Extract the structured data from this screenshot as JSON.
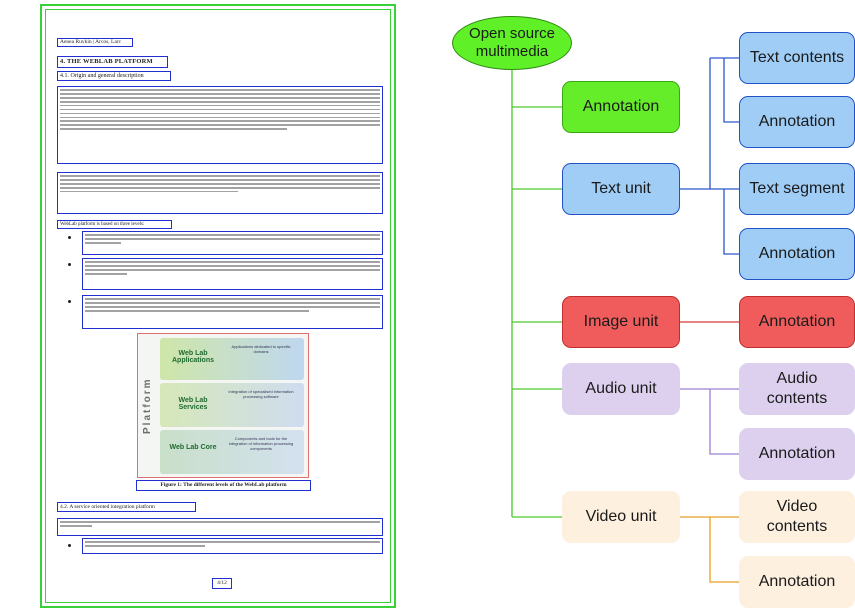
{
  "document": {
    "header": "Aenea Ruvkin | Arcos, Larc",
    "section_title": "4. THE WEBLAB PLATFORM",
    "subsection_1": "4.1. Origin and general description",
    "para_1": "The WebLab platform has been developed by EADS in order to ease the integration of components and the development of applications using multimedia mining technologies in the field of open-source intelligence. Thanks to 5 years a technical expertise of the experiments, the IPCC department of EADS has worked over the past years with international partners...",
    "para_2": "The WebLab platform provides a set of services for media mining (text, image and audio) videos and structured documents ...",
    "para_3_intro": "WebLab platform is based on three levels:",
    "bullet_1": "WebLab Core: a open-source software infrastructure for the integration of software components ...",
    "bullet_2": "WebLab Services: from a coherent set of software services and elementary business components ...",
    "bullet_3": "WebLab Applications: result from the integration of WebLab Services with a minimal programmatic effort ...",
    "figure_side_label": "Platform",
    "figure_panel_1_logo": "Web Lab Applications",
    "figure_panel_2_logo": "Web Lab Services",
    "figure_panel_3_logo": "Web Lab Core",
    "figure_panel_1_note": "Applications dedicated to specific domains",
    "figure_panel_2_note": "Integration of specialised information processing software",
    "figure_panel_3_note": "Components and tools for the integration of information processing components",
    "figure_caption": "Figure 1: The different levels of the WebLab platform",
    "subsection_2": "4.2. A service oriented integration platform",
    "para_4": "The WebLab architecture is organised in several logical layers (cf. Figure 2. The layered architecture of the WebLab).",
    "bullet_4": "Access: it enables the users to activate business processes and interact with the system in order to achieve the processes.",
    "page_number": "4/12"
  },
  "diagram": {
    "root": "Open source multimedia",
    "nodes": {
      "annotation_root": "Annotation",
      "text_unit": "Text unit",
      "text_contents": "Text contents",
      "text_contents_annotation": "Annotation",
      "text_segment": "Text segment",
      "text_segment_annotation": "Annotation",
      "image_unit": "Image unit",
      "image_annotation": "Annotation",
      "audio_unit": "Audio unit",
      "audio_contents": "Audio contents",
      "audio_annotation": "Annotation",
      "video_unit": "Video unit",
      "video_contents": "Video contents",
      "video_annotation": "Annotation"
    },
    "colors": {
      "green": "#66ed2a",
      "blue": "#9fcdf6",
      "red": "#f05c5c",
      "lavender": "#ddd0ef",
      "peach": "#fdf0df",
      "green_line": "#4cc82c",
      "blue_line": "#2a58c8",
      "red_line": "#d83a3a",
      "lavender_line": "#9d7fd0",
      "orange_line": "#e8a020"
    }
  }
}
